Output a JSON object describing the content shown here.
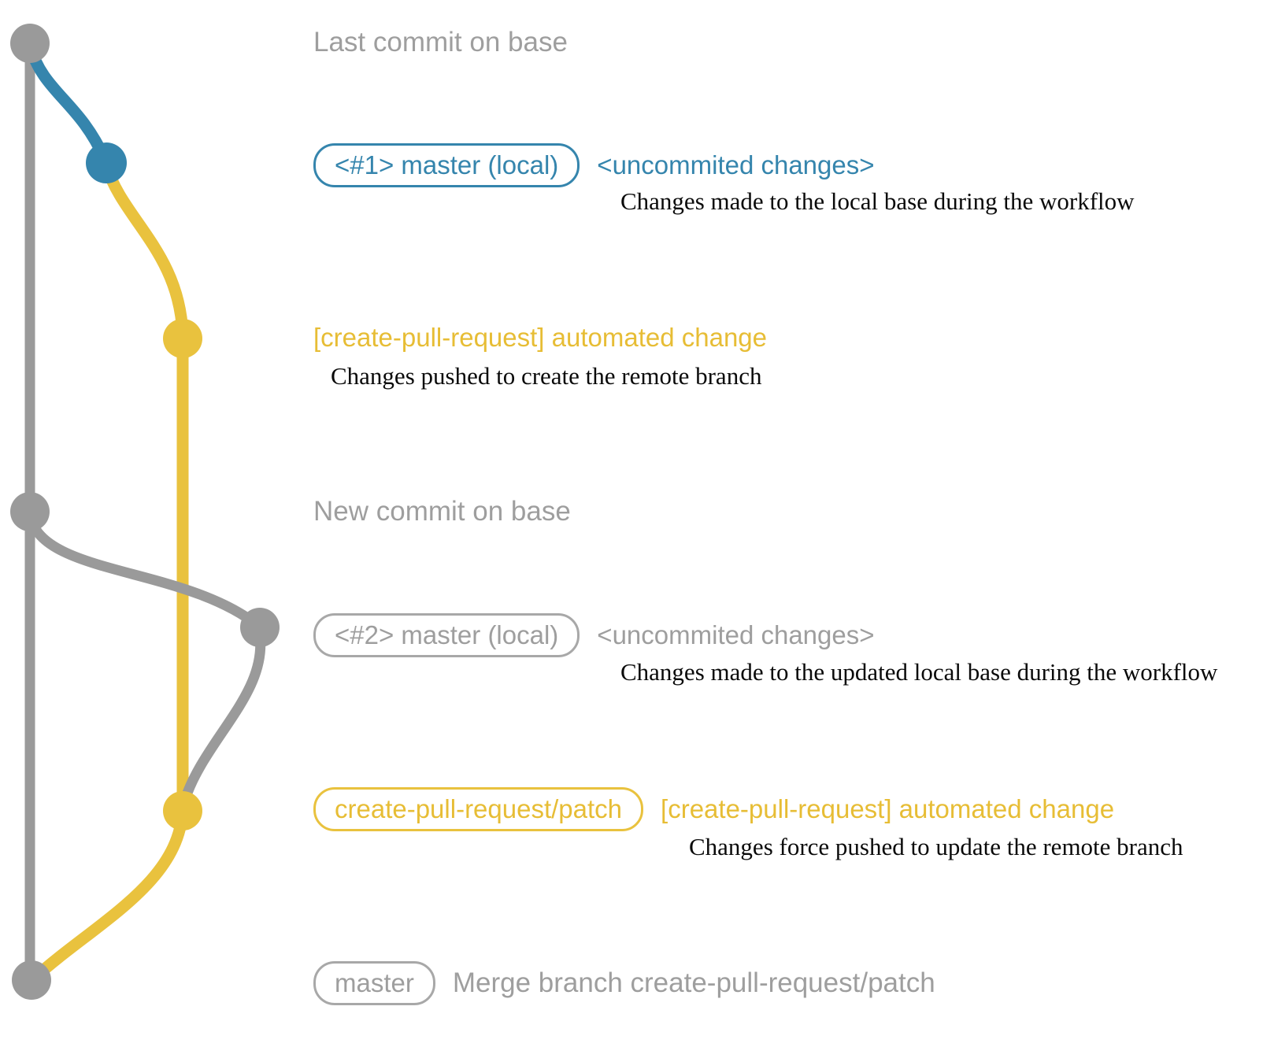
{
  "colors": {
    "branch_gray": "#9a9a9a",
    "branch_blue": "#3585ad",
    "branch_yellow": "#e9c23e",
    "label_gray": "#9e9e9e",
    "description_black": "#0a0a0a"
  },
  "annotations": {
    "last_commit_label": "Last commit on base",
    "local1": {
      "badge": "<#1> master (local)",
      "message": "<uncommited changes>",
      "description": "Changes made to the local base during the workflow"
    },
    "patch1": {
      "message": "[create-pull-request] automated change",
      "description": "Changes pushed to create the remote branch"
    },
    "new_commit_label": "New commit on base",
    "local2": {
      "badge": "<#2> master (local)",
      "message": "<uncommited changes>",
      "description": "Changes made to the updated local base during the workflow"
    },
    "patch2": {
      "badge": "create-pull-request/patch",
      "message": "[create-pull-request] automated change",
      "description": "Changes force pushed to update the remote branch"
    },
    "merge": {
      "badge": "master",
      "message": "Merge branch create-pull-request/patch"
    }
  }
}
